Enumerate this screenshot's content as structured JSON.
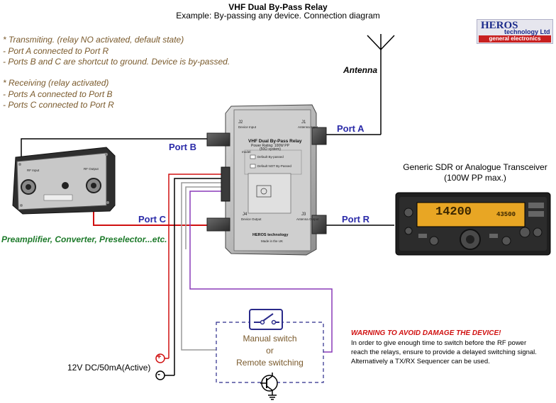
{
  "header": {
    "title": "VHF Dual By-Pass Relay",
    "subtitle": "Example: By-passing any device. Connection diagram"
  },
  "logo": {
    "line1": "HEROS",
    "line2": "technology Ltd",
    "line3": "general electronics"
  },
  "notes": {
    "tx": [
      "* Transmiting. (relay NO activated, default state)",
      "- Port A connected to Port R",
      "- Ports B and C are shortcut to ground. Device is by-passed."
    ],
    "rx": [
      "* Receiving (relay activated)",
      "- Ports A connected to Port B",
      "- Ports C connected to Port R"
    ]
  },
  "labels": {
    "antenna": "Antenna",
    "port_a": "Port A",
    "port_b": "Port B",
    "port_c": "Port C",
    "port_r": "Port R",
    "preamp": "Preamplifier, Converter, Preselector...etc.",
    "sdr_line1": "Generic SDR or Analogue Transceiver",
    "sdr_line2": "(100W PP max.)",
    "power": "12V DC/50mA(Active)",
    "plus": "+",
    "minus": "-"
  },
  "switch": {
    "line1": "Manual switch",
    "line2": "or",
    "line3": "Remote switching"
  },
  "warning": {
    "heading": "WARNING TO AVOID DAMAGE THE DEVICE!",
    "lines": [
      "In order to give enough time to switch before the RF power",
      "reach the relays, ensure to provide a delayed switching signal.",
      "Alternatively a TX/RX Sequencer can be used."
    ]
  },
  "relay_box": {
    "title": "VHF Dual By-Pass Relay",
    "spec1": "Power Rating: 100W PP",
    "spec2": "(50Ω system)",
    "mode": "model:",
    "opt1": "Default By-passed",
    "opt2": "Default NOT By-Passed",
    "j1": "J1",
    "j1_sub": "Antenna Input",
    "j2": "J2",
    "j2_sub": "Device Input",
    "j3": "J3",
    "j3_sub": "Antenna Output",
    "j4": "J4",
    "j4_sub": "Device Output",
    "brand": "HEROS technology",
    "made": "Made in the UK"
  },
  "device_box": {
    "label1": "RF Input",
    "label2": "RF Output"
  },
  "radio": {
    "freq1": "14200",
    "freq2": "43500"
  },
  "colors": {
    "port_label": "#2a2aa8",
    "note_text": "#7a5a2c",
    "preamp_text": "#1d7a2a",
    "warning": "#d01010",
    "wire_red": "#d01010",
    "wire_purple": "#8a3ab8",
    "switch_dash": "#2a2a8a"
  }
}
